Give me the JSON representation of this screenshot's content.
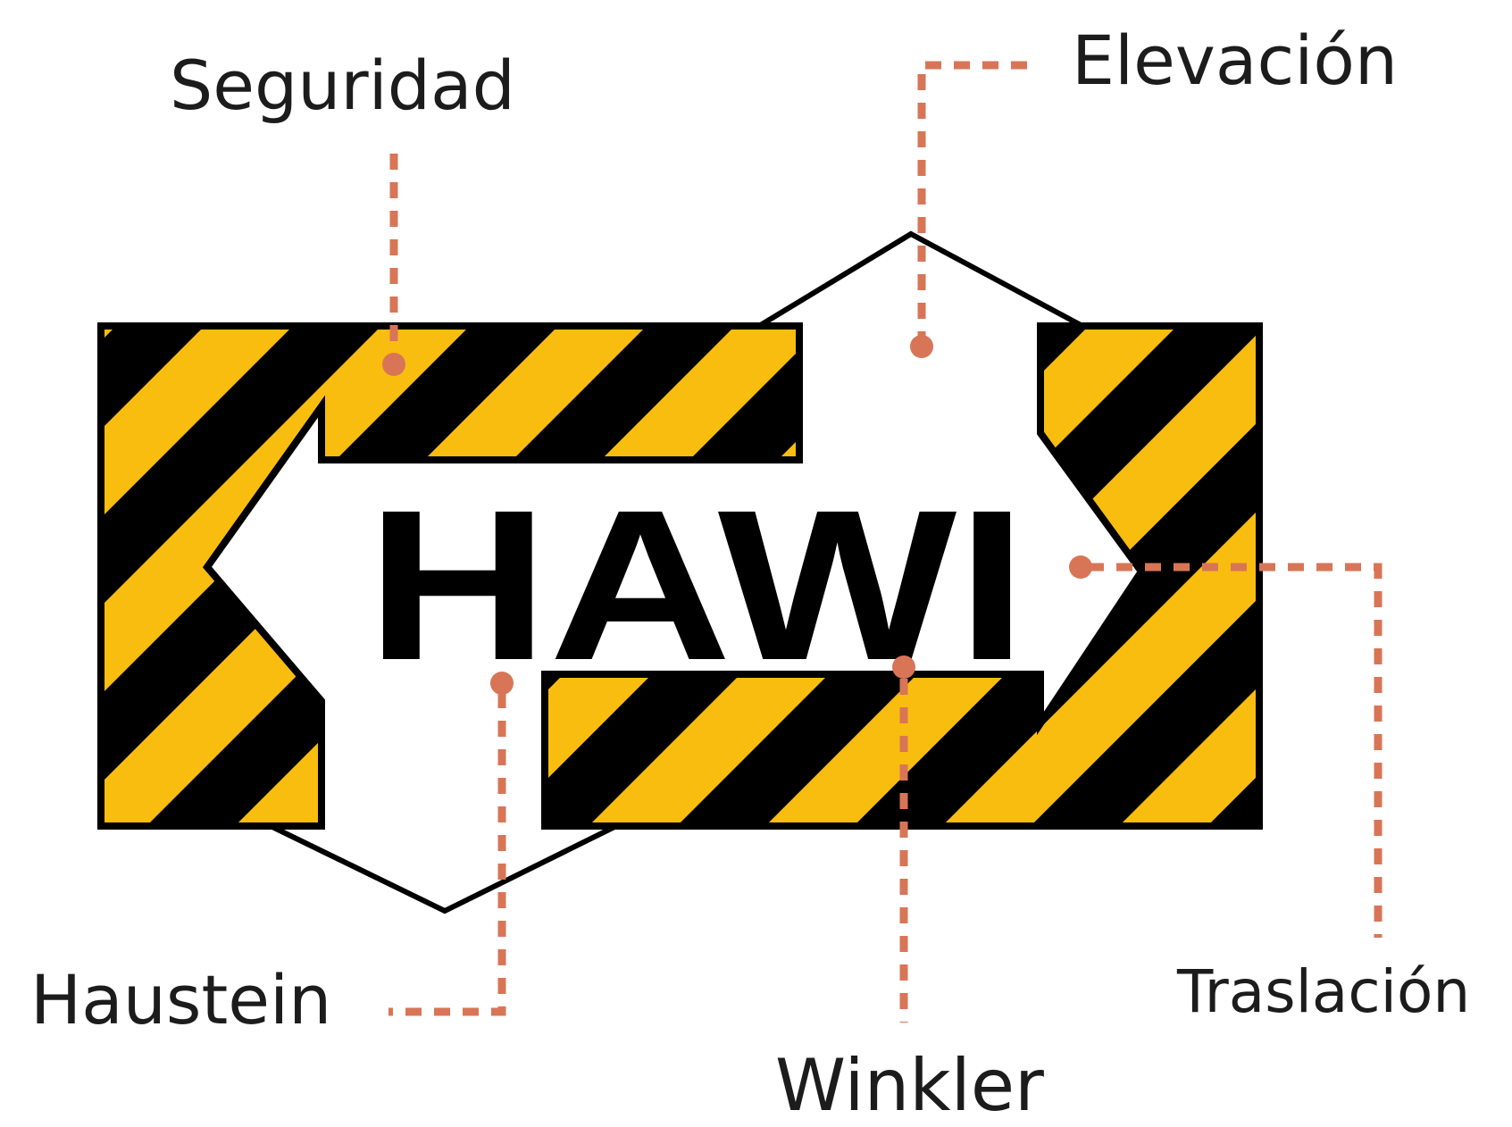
{
  "logo": {
    "text": "HAWI"
  },
  "callouts": {
    "seguridad": "Seguridad",
    "elevacion": "Elevación",
    "haustein": "Haustein",
    "traslacion": "Traslación",
    "winkler": "Winkler"
  },
  "colors": {
    "hazard_yellow": "#f9bd0f",
    "hazard_black": "#000000",
    "callout_line": "#d97557",
    "label_text": "#1c1c1c",
    "background": "#ffffff"
  }
}
